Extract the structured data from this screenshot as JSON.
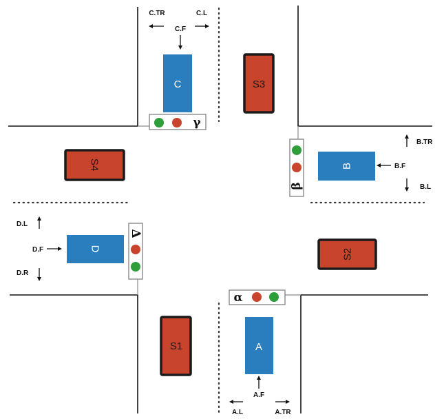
{
  "vehicles": {
    "A": {
      "label": "A"
    },
    "B": {
      "label": "B"
    },
    "C": {
      "label": "C"
    },
    "D": {
      "label": "D"
    }
  },
  "sensors": {
    "S1": {
      "label": "S1"
    },
    "S2": {
      "label": "S2"
    },
    "S3": {
      "label": "S3"
    },
    "S4": {
      "label": "S4"
    }
  },
  "traffic_lights": {
    "alpha": {
      "symbol": "α",
      "lamps": [
        "red",
        "green"
      ]
    },
    "beta": {
      "symbol": "β",
      "lamps": [
        "green",
        "red"
      ]
    },
    "gamma": {
      "symbol": "γ",
      "lamps": [
        "green",
        "red"
      ]
    },
    "delta": {
      "symbol": "Δ",
      "lamps": [
        "red",
        "green"
      ]
    }
  },
  "movements": {
    "A_F": "A.F",
    "A_L": "A.L",
    "A_TR": "A.TR",
    "B_F": "B.F",
    "B_TR": "B.TR",
    "B_L": "B.L",
    "C_F": "C.F",
    "C_TR": "C.TR",
    "C_L": "C.L",
    "D_F": "D.F",
    "D_L": "D.L",
    "D_R": "D.R"
  },
  "colors": {
    "vehicle": "#2a7ebd",
    "sensor": "#c8442c",
    "lamp_red": "#c8442c",
    "lamp_green": "#2e9e3b"
  }
}
